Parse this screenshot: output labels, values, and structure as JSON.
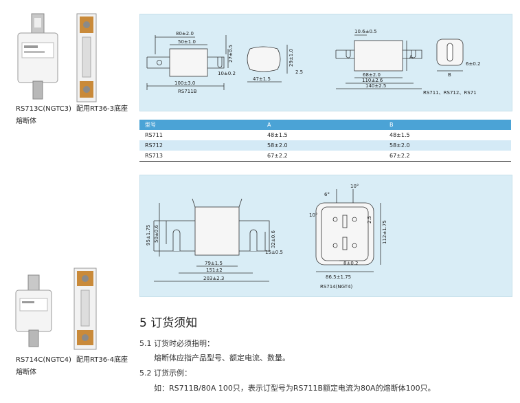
{
  "products": [
    {
      "model": "RS713C(NGTC3)",
      "base_note": "配用RT36-3底座",
      "kind": "熔断体"
    },
    {
      "model": "RS714C(NGTC4)",
      "base_note": "配用RT36-4底座",
      "kind": "熔断体"
    }
  ],
  "diagram_top": {
    "dims": {
      "d80": "80±2.0",
      "d50": "50±1.0",
      "d100": "100±3.0",
      "d27": "27±0.5",
      "d10": "10±0.2",
      "d29": "29±1.0",
      "d47": "47±1.5",
      "d2_5": "2.5",
      "d10_6": "10.6±0.5",
      "d68": "68±2.0",
      "d110": "110±2.6",
      "d140": "140±2.5",
      "A": "A",
      "B": "B",
      "d6": "6±0.2"
    },
    "label_left": "RS711B",
    "label_right": "RS711、RS712、RS71"
  },
  "spec_table": {
    "headers": [
      "型号",
      "A",
      "B"
    ],
    "rows": [
      [
        "RS711",
        "48±1.5",
        "48±1.5"
      ],
      [
        "RS712",
        "58±2.0",
        "58±2.0"
      ],
      [
        "RS713",
        "67±2.2",
        "67±2.2"
      ]
    ]
  },
  "diagram_bottom": {
    "dims": {
      "d95": "95±1.75",
      "d50": "50±0.6",
      "d79": "79±1.5",
      "d151": "151±2",
      "d203": "203±2.3",
      "d32": "32±0.6",
      "d15": "15±0.5",
      "deg10": "10°",
      "deg6": "6°",
      "deg10b": "10°",
      "d2_5": "2.5",
      "d112": "112±1.75",
      "d8": "8±0.2",
      "d86": "86.5±1.75"
    },
    "label": "RS714(NGT4)"
  },
  "ordering": {
    "title": "5 订货须知",
    "s1_heading": "5.1 订货时必须指明：",
    "s1_body": "熔断体应指产品型号、额定电流、数量。",
    "s2_heading": "5.2 订货示例：",
    "s2_body": "如：RS711B/80A 100只，表示订型号为RS711B额定电流为80A的熔断体100只。"
  }
}
